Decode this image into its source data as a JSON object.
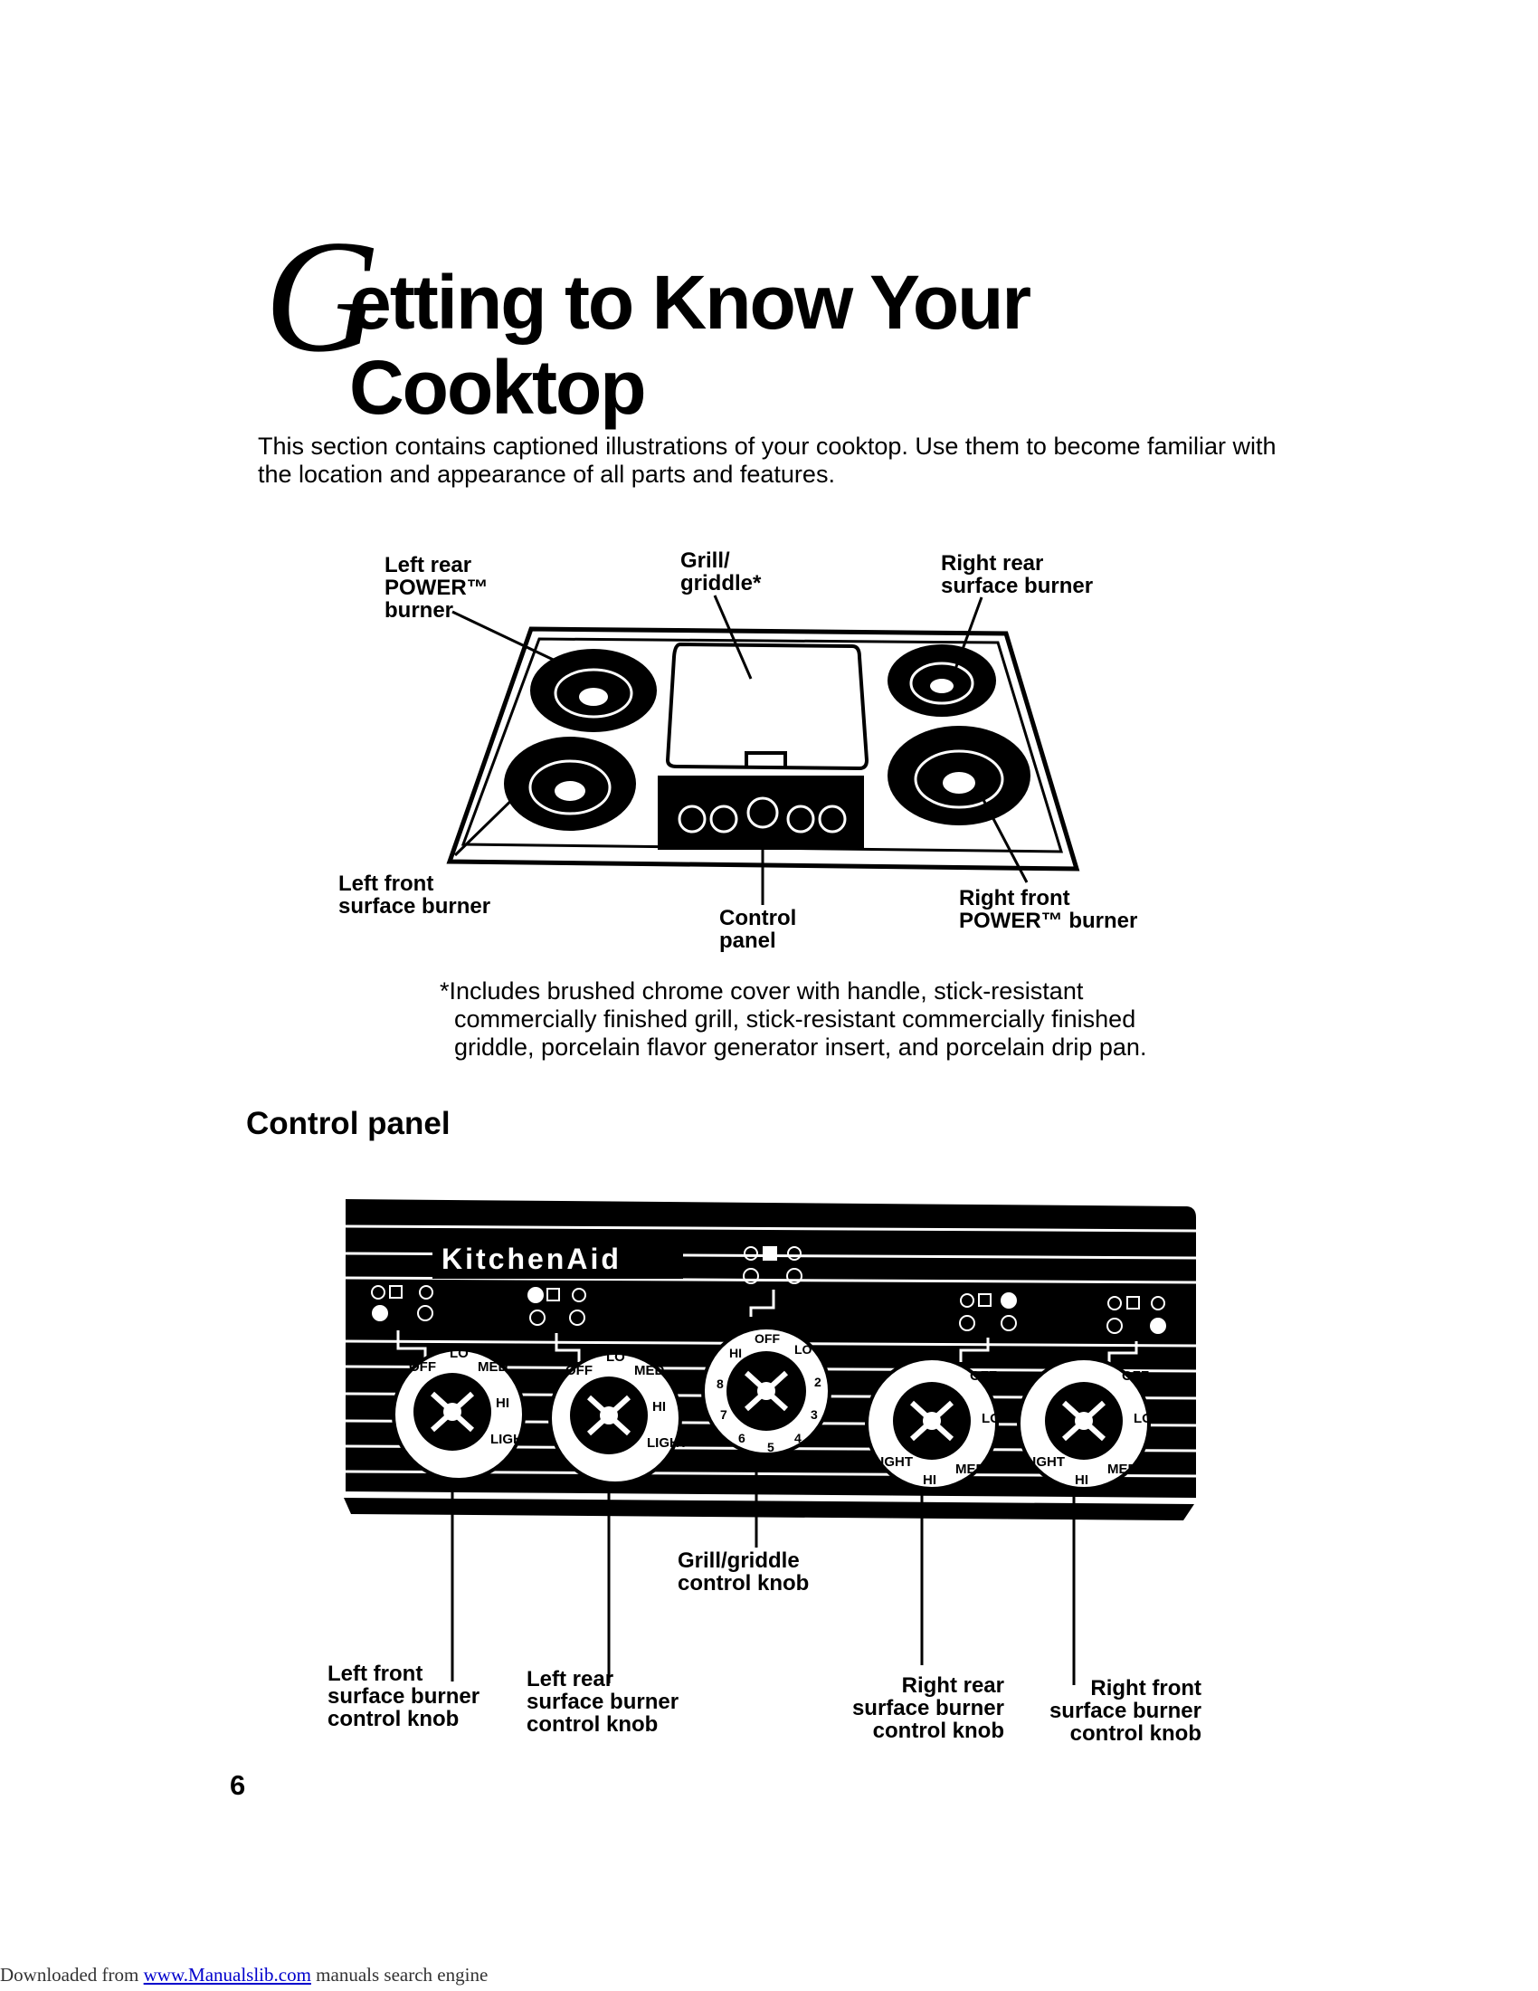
{
  "title": {
    "initial": "G",
    "line1": "etting to Know Your",
    "line2": "Cooktop"
  },
  "intro": "This section contains captioned illustrations of your cooktop. Use them to become familiar with the location and appearance of all parts and features.",
  "cooktop_labels": {
    "left_rear": [
      "Left rear",
      "POWER™",
      "burner"
    ],
    "grill": [
      "Grill/",
      "griddle*"
    ],
    "right_rear": [
      "Right rear",
      "surface burner"
    ],
    "left_front": [
      "Left front",
      "surface burner"
    ],
    "control_panel": [
      "Control",
      "panel"
    ],
    "right_front": [
      "Right front",
      "POWER™ burner"
    ]
  },
  "footnote": [
    "*Includes brushed chrome cover with handle, stick-resistant",
    "commercially finished grill, stick-resistant commercially finished",
    "griddle, porcelain flavor generator insert, and porcelain drip pan."
  ],
  "section_heading": "Control panel",
  "panel": {
    "brand": "KitchenAid",
    "knob_marks": {
      "off": "OFF",
      "lo": "LO",
      "med": "MED",
      "hi": "HI",
      "light": "LIGHT",
      "grill": [
        "OFF",
        "LO",
        "2",
        "3",
        "4",
        "5",
        "6",
        "7",
        "8",
        "HI"
      ]
    }
  },
  "panel_labels": {
    "grill_knob": [
      "Grill/griddle",
      "control knob"
    ],
    "left_front_knob": [
      "Left front",
      "surface burner",
      "control knob"
    ],
    "left_rear_knob": [
      "Left rear",
      "surface burner",
      "control knob"
    ],
    "right_rear_knob": [
      "Right rear",
      "surface burner",
      "control knob"
    ],
    "right_front_knob": [
      "Right front",
      "surface burner",
      "control knob"
    ]
  },
  "page_number": "6",
  "footer": {
    "prefix": "Downloaded from ",
    "link": "www.Manualslib.com",
    "suffix": " manuals search engine"
  }
}
